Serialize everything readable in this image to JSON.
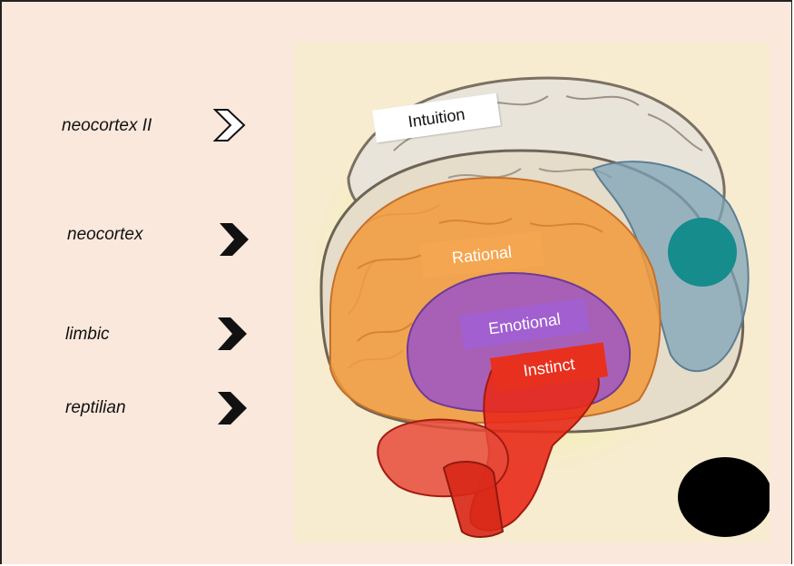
{
  "levels": [
    {
      "name": "neocortex II",
      "arrow": "hollow"
    },
    {
      "name": "neocortex",
      "arrow": "solid"
    },
    {
      "name": "limbic",
      "arrow": "solid"
    },
    {
      "name": "reptilian",
      "arrow": "solid"
    }
  ],
  "regions": {
    "intuition": "Intuition",
    "rational": "Rational",
    "emotional": "Emotional",
    "instinct": "Instinct"
  },
  "colors": {
    "background": "#fbe8dc",
    "rational": "#f39a3a",
    "emotional": "#9b55c8",
    "instinct": "#e82a1a",
    "frontal_blue": "#7da4b8",
    "teal_dot": "#168c8c",
    "black_dot": "#000000"
  }
}
